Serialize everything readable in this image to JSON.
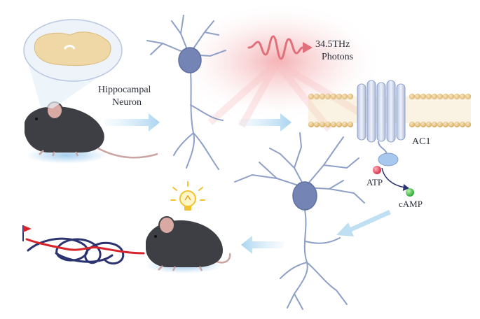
{
  "labels": {
    "hippocampal": "Hippocampal",
    "neuron": "Neuron",
    "frequency": "34.5THz",
    "photons": "Photons",
    "ac1": "AC1",
    "atp": "ATP",
    "camp": "cAMP"
  },
  "colors": {
    "background": "#ffffff",
    "neuron": "#8fa0c8",
    "neuron_soma": "#7384b5",
    "mouse": "#3d3f45",
    "mouse_ear": "#d9a9a4",
    "brain": "#efd8a6",
    "glow": "#f3a3a6",
    "wave": "#e0707a",
    "membrane": "#e8c98f",
    "channel": "#c9d4ea",
    "arrow": "#bfe0f2",
    "atp": "#e0475a",
    "camp": "#4bc24e",
    "maze_red": "#d8232a",
    "maze_blue": "#2b3370",
    "bulb": "#f2c230"
  },
  "icons": [
    "mouse-icon",
    "brain-icon",
    "neuron-icon",
    "wave-icon",
    "ion-channel-icon",
    "lightbulb-icon",
    "flag-icon"
  ]
}
